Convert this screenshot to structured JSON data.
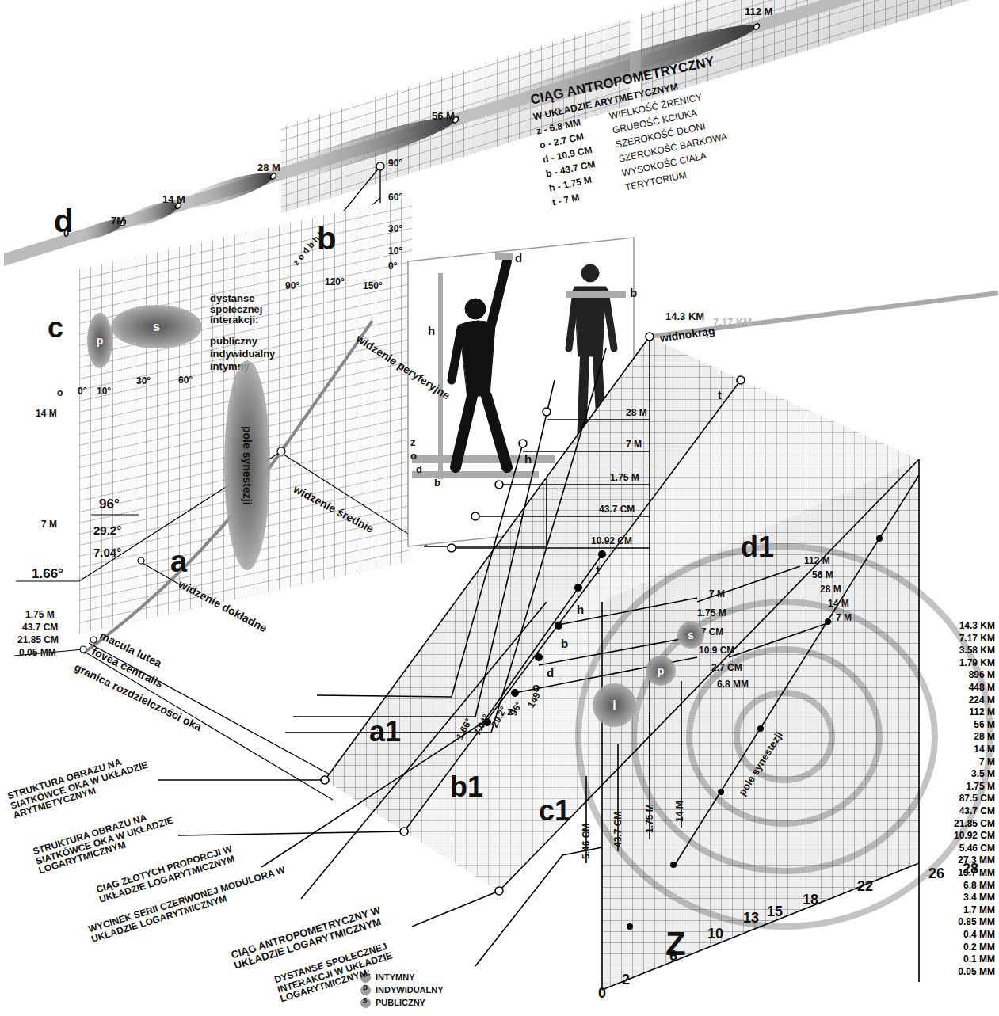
{
  "diagram": {
    "nodes": [
      {
        "text": [
          "pole synestezji"
        ]
      },
      {
        "text": [
          "s"
        ]
      },
      {
        "text": [
          "p"
        ]
      },
      {
        "text": [
          "i"
        ]
      },
      {
        "text": [
          "p"
        ]
      },
      {
        "text": [
          "s"
        ]
      }
    ],
    "labels": [
      "0",
      "7M",
      "14 M",
      "28 M",
      "56 M",
      "112 M",
      "d",
      "CIĄG ANTROPOMETRYCZNY",
      "W UKŁADZIE ARYTMETYCZNYM",
      "z - 6.8 MM",
      "WIELKOŚĆ ŹRENICY",
      "o - 2.7 CM",
      "GRUBOŚĆ KCIUKA",
      "d - 10.9 CM",
      "SZEROKOŚĆ DŁONI",
      "b - 43.7 CM",
      "SZEROKOŚĆ BARKOWA",
      "h - 1.75 M",
      "WYSOKOŚĆ CIAŁA",
      "t - 7 M",
      "TERYTORIUM",
      "b",
      "90°",
      "60°",
      "30°",
      "10°",
      "0°",
      "120°",
      "90°",
      "z o d b h t",
      "150°",
      "c",
      "dystanse społecznej interakcji:",
      "publiczny",
      "indywidualny",
      "intymny",
      "60°",
      "0°",
      "10°",
      "30°",
      "o",
      "14 M",
      "7 M",
      "96°",
      "29.2°",
      "7.04°",
      "1.66°",
      "1.75 M",
      "43.7 CM",
      "21.85 CM",
      "0.05 MM",
      "a",
      "widzenie peryferyjne",
      "widzenie średnie",
      "widzenie dokładne",
      "macula lutea",
      "fovea centralis",
      "granica rozdzielczości oka",
      "d",
      "b",
      "h",
      "z",
      "o",
      "d",
      "b",
      "h",
      "14.3 KM",
      "7.17 KM",
      "widnokrąg",
      "t",
      "28 M",
      "7 M",
      "1.75 M",
      "43.7 CM",
      "10.92 CM",
      "7 M",
      "1.75 M",
      "43.7 CM",
      "10.9 CM",
      "2.7 CM",
      "6.8 MM",
      "112 M",
      "56 M",
      "28 M",
      "14 M",
      "7 M",
      "d1",
      "a1",
      "b1",
      "c1",
      "Z",
      "1.66°",
      "7.04°",
      "29.2°",
      "96°",
      "149°",
      "t",
      "h",
      "b",
      "d",
      "o",
      "z",
      "5.46 CM",
      "43.7 CM",
      "1.75 M",
      "14 M",
      "pole synestezji",
      "14.3 KM",
      "7.17 KM",
      "3.58 KM",
      "1.79 KM",
      "896 M",
      "448 M",
      "224 M",
      "112 M",
      "56 M",
      "28 M",
      "14 M",
      "7 M",
      "3.5 M",
      "1.75 M",
      "87.5 CM",
      "43.7 CM",
      "21.85 CM",
      "10.92 CM",
      "5.46 CM",
      "27.3 MM",
      "13.7 MM",
      "6.8 MM",
      "3.4 MM",
      "1.7 MM",
      "0.85 MM",
      "0.4 MM",
      "0.2 MM",
      "0.1 MM",
      "0.05 MM",
      "0",
      "2",
      "6",
      "10",
      "13",
      "15",
      "18",
      "22",
      "26",
      "28",
      "STRUKTURA OBRAZU NA SIATKÓWCE OKA W UKŁADZIE ARYTMETYCZNYM",
      "STRUKTURA OBRAZU NA SIATKÓWCE OKA W UKŁADZIE LOGARYTMICZNYM",
      "CIĄG ZŁOTYCH PROPORCJI W UKŁADZIE LOGARYTMICZNYM",
      "WYCINEK SERII CZERWONEJ MODULORA W UKŁADZIE LOGARYTMICZNYM",
      "CIĄG ANTROPOMETRYCZNY W UKŁADZIE LOGARYTMICZNYM",
      "DYSTANSE SPOŁECZNEJ INTERAKCJI W UKŁADZIE LOGARYTMICZNYM:",
      "i",
      "p",
      "s"
    ],
    "legend": [
      {
        "text": "INTYMNY"
      },
      {
        "text": "INDYWIDUALNY"
      },
      {
        "text": "PUBLICZNY"
      }
    ]
  }
}
